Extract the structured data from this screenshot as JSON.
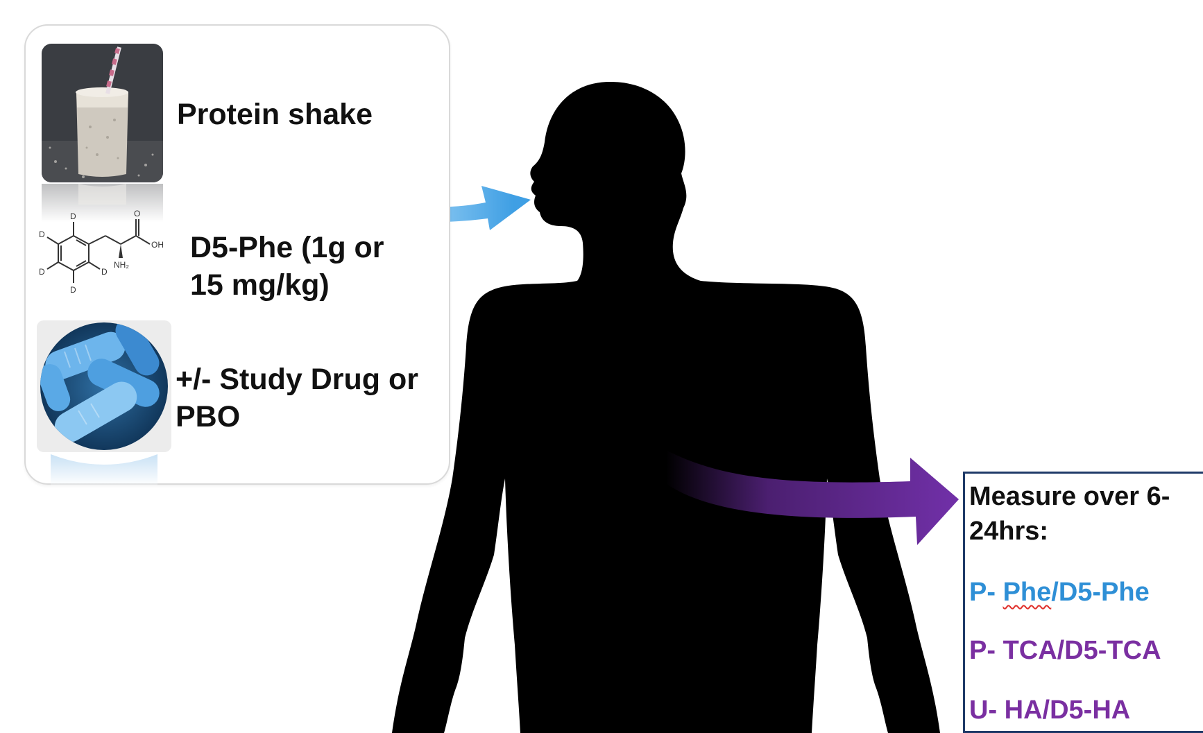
{
  "inputs": {
    "shake_label": "Protein shake",
    "tracer_label": "D5-Phe (1g or\n15 mg/kg)",
    "drug_label": "+/- Study Drug or\n PBO"
  },
  "molecule_labels": {
    "d": "D",
    "oh": "OH",
    "o": "O",
    "nh2": "NH₂"
  },
  "measurement": {
    "title": "Measure over 6-\n24hrs:",
    "lines": [
      {
        "prefix": "P- ",
        "analyte": "Phe",
        "rest": "/D5-Phe",
        "color": "#2e8fd6"
      },
      {
        "prefix": "P- ",
        "analyte": "TCA",
        "rest": "/D5-TCA",
        "color": "#7a2fa1"
      },
      {
        "prefix": "U- ",
        "analyte": "HA",
        "rest": "/D5-HA",
        "color": "#7a2fa1"
      }
    ]
  },
  "colors": {
    "intake_arrow": "#4aa8e8",
    "excretion_arrow": "#6f2da8",
    "silhouette": "#000000",
    "box_border": "#1f3a68"
  }
}
